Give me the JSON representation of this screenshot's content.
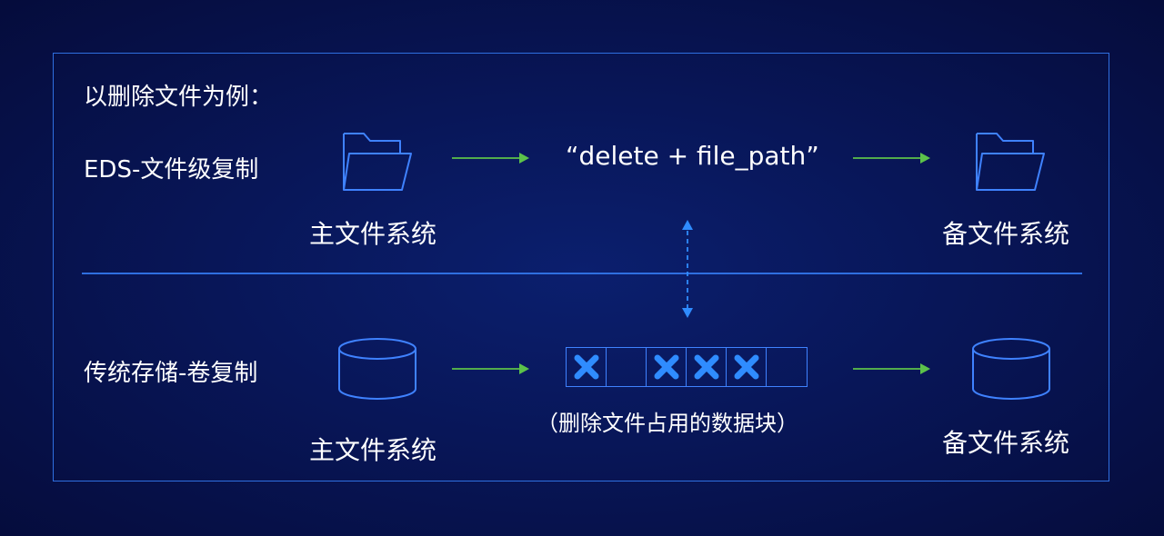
{
  "intro": "以删除文件为例：",
  "rows": {
    "eds": {
      "label": "EDS-文件级复制",
      "primary": "主文件系统",
      "command": "“delete + file_path”",
      "backup": "备文件系统"
    },
    "traditional": {
      "label": "传统存储-卷复制",
      "primary": "主文件系统",
      "note": "（删除文件占用的数据块）",
      "backup": "备文件系统"
    }
  },
  "blocks": [
    {
      "deleted": true
    },
    {
      "deleted": false
    },
    {
      "deleted": true
    },
    {
      "deleted": true
    },
    {
      "deleted": true
    },
    {
      "deleted": false
    }
  ],
  "colors": {
    "frame": "#2f6fe0",
    "icon_stroke": "#3f82ff",
    "arrow": "#5cc24a",
    "delete_mark": "#2f8cff"
  },
  "icons": {
    "primary_top": "folder-icon",
    "backup_top": "folder-icon",
    "primary_bottom": "database-icon",
    "backup_bottom": "database-icon",
    "block_mark": "x-mark-icon"
  }
}
